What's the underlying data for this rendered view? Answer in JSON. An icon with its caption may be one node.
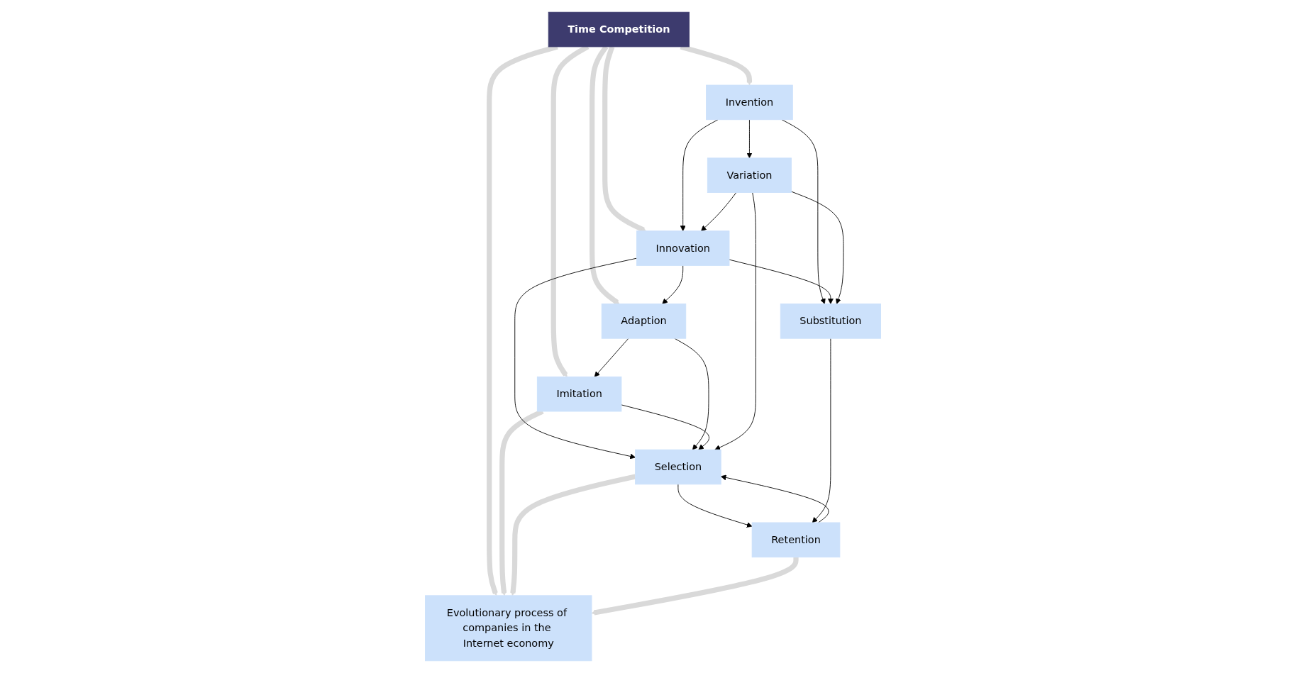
{
  "diagram": {
    "nodes": [
      {
        "text": [
          "Time Competition"
        ]
      },
      {
        "text": [
          "Invention"
        ]
      },
      {
        "text": [
          "Innovation"
        ]
      },
      {
        "text": [
          "Adaption"
        ]
      },
      {
        "text": [
          "Imitation"
        ]
      },
      {
        "text": [
          "Evolutionary process of companies in the Internet economy"
        ]
      },
      {
        "text": [
          "Variation"
        ]
      },
      {
        "text": [
          "Selection"
        ]
      },
      {
        "text": [
          "Substitution"
        ]
      },
      {
        "text": [
          "Retention"
        ]
      }
    ],
    "edges": [
      {
        "from": 0,
        "to": 1,
        "arrow": "to",
        "style": "thick",
        "color": "#d9d9d9"
      },
      {
        "from": 0,
        "to": 2,
        "arrow": "to",
        "style": "thick",
        "color": "#d9d9d9"
      },
      {
        "from": 0,
        "to": 3,
        "arrow": "to",
        "style": "thick",
        "color": "#d9d9d9"
      },
      {
        "from": 0,
        "to": 4,
        "arrow": "to",
        "style": "thick",
        "color": "#d9d9d9"
      },
      {
        "from": 0,
        "to": 5,
        "arrow": "to",
        "style": "thick",
        "color": "#d9d9d9"
      },
      {
        "from": 1,
        "to": 2,
        "arrow": "to"
      },
      {
        "from": 2,
        "to": 3,
        "arrow": "to"
      },
      {
        "from": 3,
        "to": 4,
        "arrow": "to"
      },
      {
        "from": 4,
        "to": 5,
        "arrow": "to",
        "style": "thick",
        "color": "#d9d9d9"
      },
      {
        "from": 1,
        "to": 6,
        "arrow": "to"
      },
      {
        "from": 1,
        "to": 8,
        "arrow": "to"
      },
      {
        "from": 6,
        "to": 2,
        "arrow": "to"
      },
      {
        "from": 2,
        "to": 8,
        "arrow": "to"
      },
      {
        "from": 2,
        "to": 7,
        "arrow": "to"
      },
      {
        "from": 3,
        "to": 7,
        "arrow": "to"
      },
      {
        "from": 4,
        "to": 7,
        "arrow": "to"
      },
      {
        "from": 6,
        "to": 7,
        "arrow": "to"
      },
      {
        "from": 6,
        "to": 8,
        "arrow": "to"
      },
      {
        "from": 7,
        "to": 5,
        "arrow": "to",
        "style": "thick",
        "color": "#d9d9d9"
      },
      {
        "from": 7,
        "to": 9,
        "arrow": "to"
      },
      {
        "from": 9,
        "to": 7,
        "arrow": "to"
      },
      {
        "from": 8,
        "to": 9,
        "arrow": "to"
      },
      {
        "from": 9,
        "to": 5,
        "arrow": "to",
        "style": "thick",
        "color": "#d9d9d9"
      }
    ]
  }
}
